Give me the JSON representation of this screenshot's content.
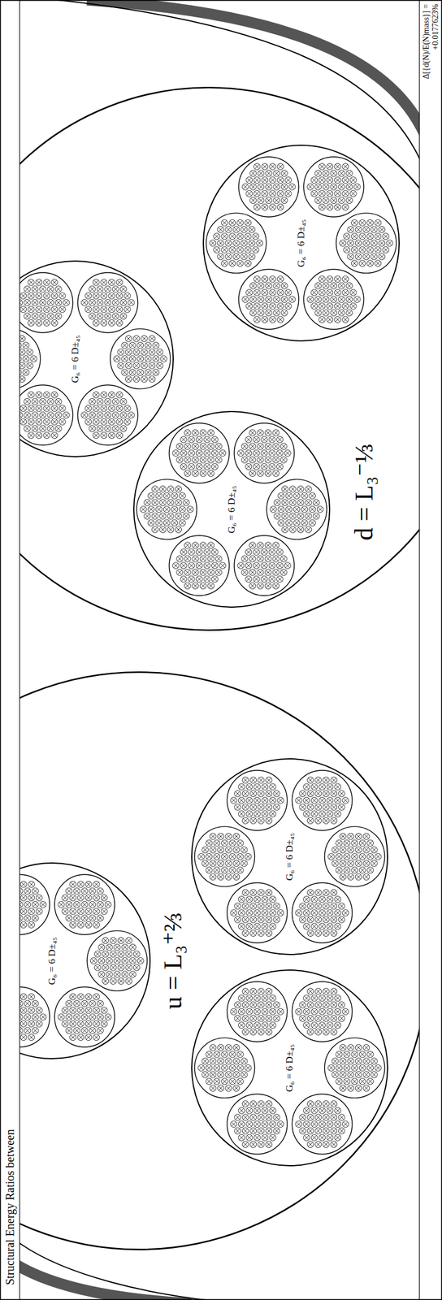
{
  "diagram": {
    "nodes": [
      {
        "text": [
          "u = L₃⁺⅔"
        ]
      },
      {
        "text": [
          "G₆ = 6 D±₄₅"
        ],
        "in": 0
      },
      {
        "text": [
          "G₆ = 6 D±₄₅"
        ],
        "in": 0
      },
      {
        "text": [
          "G₆ = 6 D±₄₅"
        ],
        "in": 0
      },
      {
        "text": [
          "d = L₃⁻⅓"
        ]
      },
      {
        "text": [
          "G₆ = 6 D±₄₅"
        ],
        "in": 4
      },
      {
        "text": [
          "G₆ = 6 D±₄₅"
        ],
        "in": 4
      },
      {
        "text": [
          "G₆ = 6 D±₄₅"
        ],
        "in": 4
      }
    ],
    "labels": [
      "Structural Energy Ratios between",
      "Δ[{d(N)/E(N)mass}] = +0.0177623%"
    ]
  }
}
